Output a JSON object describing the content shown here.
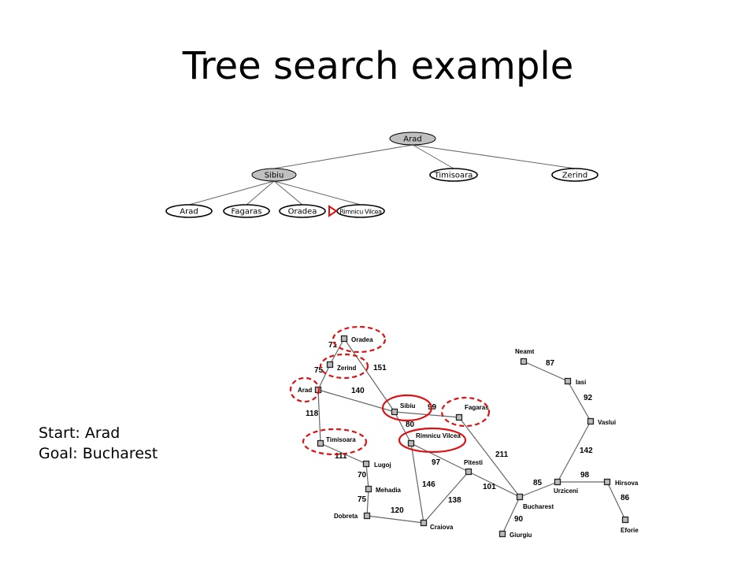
{
  "slide": {
    "title": "Tree search example",
    "start_line": "Start: Arad",
    "goal_line": "Goal: Bucharest"
  },
  "colors": {
    "expanded_node": "#c0c0c0",
    "frontier_node": "#ffffff",
    "highlight": "#dd1111",
    "edge": "#666666"
  },
  "tree": {
    "nodes": [
      {
        "id": "arad",
        "label": "Arad",
        "state": "expanded"
      },
      {
        "id": "sibiu",
        "label": "Sibiu",
        "state": "expanded"
      },
      {
        "id": "timisoara",
        "label": "Timisoara",
        "state": "frontier"
      },
      {
        "id": "zerind",
        "label": "Zerind",
        "state": "frontier"
      },
      {
        "id": "arad2",
        "label": "Arad",
        "state": "frontier"
      },
      {
        "id": "fagaras",
        "label": "Fagaras",
        "state": "frontier"
      },
      {
        "id": "oradea",
        "label": "Oradea",
        "state": "frontier"
      },
      {
        "id": "rimnicu",
        "label": "Rimnicu Vilcea",
        "state": "selected"
      }
    ],
    "edges": [
      [
        "arad",
        "sibiu"
      ],
      [
        "arad",
        "timisoara"
      ],
      [
        "arad",
        "zerind"
      ],
      [
        "sibiu",
        "arad2"
      ],
      [
        "sibiu",
        "fagaras"
      ],
      [
        "sibiu",
        "oradea"
      ],
      [
        "sibiu",
        "rimnicu"
      ]
    ]
  },
  "map": {
    "cities": [
      {
        "id": "oradea",
        "label": "Oradea"
      },
      {
        "id": "zerind",
        "label": "Zerind"
      },
      {
        "id": "arad",
        "label": "Arad"
      },
      {
        "id": "timisoara",
        "label": "Timisoara"
      },
      {
        "id": "lugoj",
        "label": "Lugoj"
      },
      {
        "id": "mehadia",
        "label": "Mehadia"
      },
      {
        "id": "dobreta",
        "label": "Dobreta"
      },
      {
        "id": "craiova",
        "label": "Craiova"
      },
      {
        "id": "sibiu",
        "label": "Sibiu"
      },
      {
        "id": "rimnicu",
        "label": "Rimnicu Vilcea"
      },
      {
        "id": "fagaras",
        "label": "Fagaras"
      },
      {
        "id": "pitesti",
        "label": "Pitesti"
      },
      {
        "id": "bucharest",
        "label": "Bucharest"
      },
      {
        "id": "giurgiu",
        "label": "Giurgiu"
      },
      {
        "id": "urziceni",
        "label": "Urziceni"
      },
      {
        "id": "hirsova",
        "label": "Hirsova"
      },
      {
        "id": "eforie",
        "label": "Eforie"
      },
      {
        "id": "vaslui",
        "label": "Vaslui"
      },
      {
        "id": "iasi",
        "label": "Iasi"
      },
      {
        "id": "neamt",
        "label": "Neamt"
      }
    ],
    "roads": [
      {
        "from": "oradea",
        "to": "zerind",
        "distance": "71"
      },
      {
        "from": "zerind",
        "to": "arad",
        "distance": "75"
      },
      {
        "from": "oradea",
        "to": "sibiu",
        "distance": "151"
      },
      {
        "from": "arad",
        "to": "sibiu",
        "distance": "140"
      },
      {
        "from": "arad",
        "to": "timisoara",
        "distance": "118"
      },
      {
        "from": "timisoara",
        "to": "lugoj",
        "distance": "111"
      },
      {
        "from": "lugoj",
        "to": "mehadia",
        "distance": "70"
      },
      {
        "from": "mehadia",
        "to": "dobreta",
        "distance": "75"
      },
      {
        "from": "dobreta",
        "to": "craiova",
        "distance": "120"
      },
      {
        "from": "sibiu",
        "to": "fagaras",
        "distance": "99"
      },
      {
        "from": "sibiu",
        "to": "rimnicu",
        "distance": "80"
      },
      {
        "from": "rimnicu",
        "to": "pitesti",
        "distance": "97"
      },
      {
        "from": "rimnicu",
        "to": "craiova",
        "distance": "146"
      },
      {
        "from": "craiova",
        "to": "pitesti",
        "distance": "138"
      },
      {
        "from": "fagaras",
        "to": "bucharest",
        "distance": "211"
      },
      {
        "from": "pitesti",
        "to": "bucharest",
        "distance": "101"
      },
      {
        "from": "bucharest",
        "to": "giurgiu",
        "distance": "90"
      },
      {
        "from": "bucharest",
        "to": "urziceni",
        "distance": "85"
      },
      {
        "from": "urziceni",
        "to": "hirsova",
        "distance": "98"
      },
      {
        "from": "hirsova",
        "to": "eforie",
        "distance": "86"
      },
      {
        "from": "urziceni",
        "to": "vaslui",
        "distance": "142"
      },
      {
        "from": "vaslui",
        "to": "iasi",
        "distance": "92"
      },
      {
        "from": "iasi",
        "to": "neamt",
        "distance": "87"
      }
    ],
    "highlights": [
      {
        "city": "oradea",
        "style": "dashed"
      },
      {
        "city": "zerind",
        "style": "dashed"
      },
      {
        "city": "arad",
        "style": "dashed"
      },
      {
        "city": "timisoara",
        "style": "dashed"
      },
      {
        "city": "fagaras",
        "style": "dashed"
      },
      {
        "city": "sibiu",
        "style": "solid"
      },
      {
        "city": "rimnicu",
        "style": "solid"
      }
    ]
  }
}
